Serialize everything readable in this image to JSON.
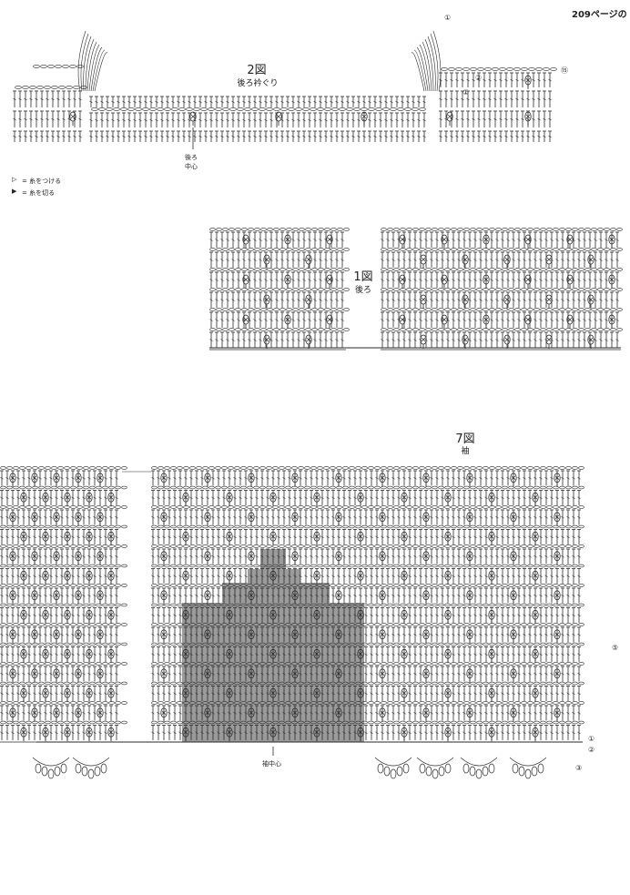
{
  "page_ref": "209ページの",
  "legend": {
    "attach_symbol": "▷",
    "attach_text": "= 糸をつける",
    "cut_symbol": "▶",
    "cut_text": "= 糸を切る"
  },
  "fig2": {
    "title": "2図",
    "subtitle": "後ろ衿ぐり",
    "center_label_1": "後ろ",
    "center_label_2": "中心"
  },
  "fig1": {
    "title": "1図",
    "subtitle": "後ろ"
  },
  "fig7": {
    "title": "7図",
    "subtitle": "袖",
    "center_label": "袖中心"
  },
  "row_markers": {
    "fig2": [
      "①",
      "②",
      "⑮",
      "①"
    ],
    "fig7": [
      "⑤",
      "①",
      "②",
      "③"
    ]
  },
  "colors": {
    "ink": "#2a2a2a",
    "shade": "#8a8a8a",
    "paper": "#ffffff"
  }
}
